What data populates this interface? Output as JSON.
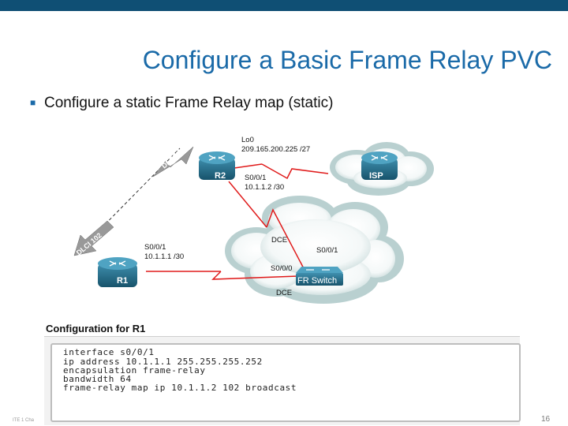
{
  "slide": {
    "title": "Configure a Basic Frame Relay PVC",
    "bullet": "Configure a static Frame Relay map (static)",
    "footer_left": "ITE 1 Cha",
    "page_number": "16"
  },
  "diagram": {
    "routers": {
      "r2": "R2",
      "isp": "ISP",
      "r1": "R1",
      "fr_switch": "FR Switch"
    },
    "labels": {
      "lo0": "Lo0",
      "lo0_ip": "209.165.200.225 /27",
      "r2_if": "S0/0/1",
      "r2_ip": "10.1.1.2 /30",
      "dlci_201": "DLCI 201",
      "dlci_102": "DLCI 102",
      "r1_if": "S0/0/1",
      "r1_ip": "10.1.1.1 /30",
      "dce_upper": "DCE",
      "sw_if_upper": "S0/0/1",
      "sw_if_lower": "S0/0/0",
      "dce_lower": "DCE"
    }
  },
  "config": {
    "title": "Configuration for R1",
    "lines": [
      "interface s0/0/1",
      "ip address 10.1.1.1 255.255.255.252",
      "encapsulation frame-relay",
      "bandwidth 64",
      "frame-relay map ip 10.1.1.2 102 broadcast"
    ]
  },
  "colors": {
    "topbar": "#0f4f74",
    "title": "#1a6aa8",
    "link": "#e01b1b",
    "router": "#1f6f8f",
    "cloud": "#b9d0d0"
  }
}
